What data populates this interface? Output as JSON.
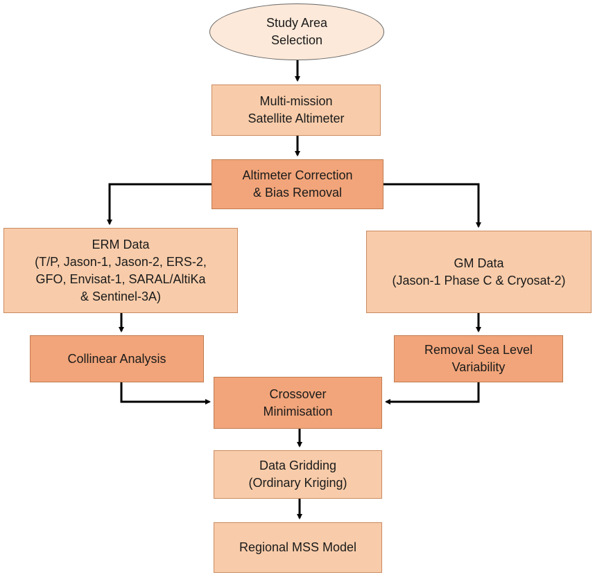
{
  "nodes": {
    "study_area": {
      "lines": [
        "Study Area",
        "Selection"
      ]
    },
    "multi_mission": {
      "lines": [
        "Multi-mission",
        "Satellite Altimeter"
      ]
    },
    "altimeter_correction": {
      "lines": [
        "Altimeter Correction",
        "& Bias Removal"
      ]
    },
    "erm_data": {
      "lines": [
        "ERM Data",
        "(T/P, Jason-1, Jason-2, ERS-2,",
        "GFO, Envisat-1, SARAL/AltiKa",
        "& Sentinel-3A)"
      ]
    },
    "gm_data": {
      "lines": [
        "GM Data",
        "(Jason-1 Phase C & Cryosat-2)"
      ]
    },
    "collinear": {
      "lines": [
        "Collinear Analysis"
      ]
    },
    "removal_sea_level": {
      "lines": [
        "Removal Sea Level",
        "Variability"
      ]
    },
    "crossover": {
      "lines": [
        "Crossover",
        "Minimisation"
      ]
    },
    "data_gridding": {
      "lines": [
        "Data Gridding",
        "(Ordinary Kriging)"
      ]
    },
    "regional_mss": {
      "lines": [
        "Regional MSS Model"
      ]
    }
  },
  "colors": {
    "light_fill": "#f8ccaa",
    "dark_fill": "#f2a57a",
    "oval_fill": "#fde9d9",
    "arrow": "#000000"
  }
}
